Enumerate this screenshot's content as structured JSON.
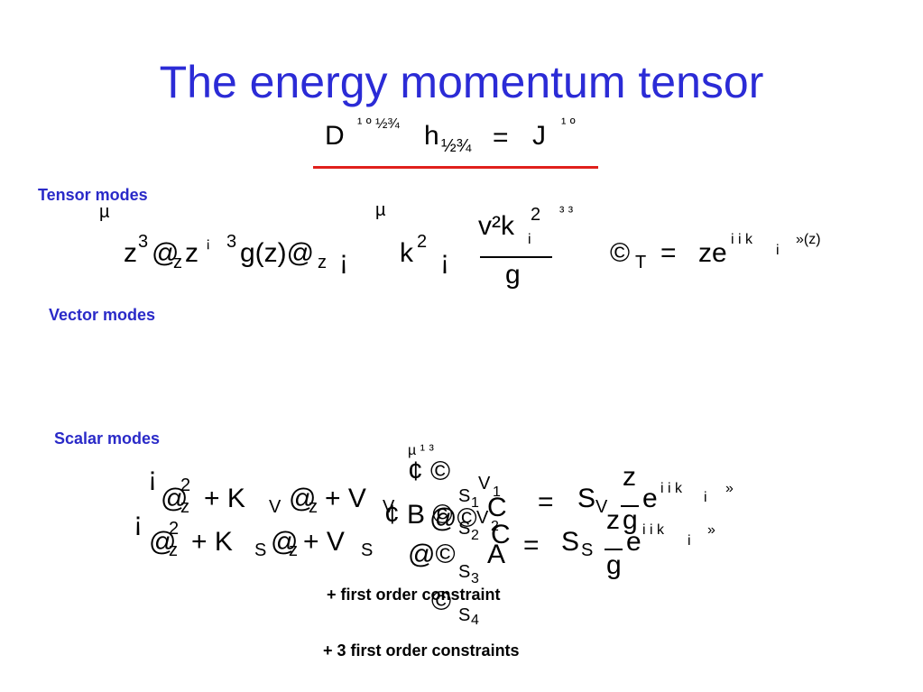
{
  "slide": {
    "title": "The energy momentum tensor",
    "colors": {
      "title": "#2b2bd6",
      "label": "#2a2ac8",
      "underline": "#e0201c",
      "text": "#000000"
    }
  },
  "header_equation": {
    "D": "D",
    "sup1": "¹ º ½¾",
    "h": "h",
    "sub": "½¾",
    "eq": "=",
    "J": "J",
    "sup2": "¹ º"
  },
  "sections": {
    "tensor": {
      "label": "Tensor modes",
      "mu1": "µ",
      "mu2": "µ",
      "z3": "z",
      "pow3": "3",
      "at1": "@",
      "subz1": "z",
      "z2": "z",
      "inv1": "¡",
      "sup3b": "3",
      "gz": "g(z)@",
      "subz2": "z",
      "minus1": "¡",
      "k": "k",
      "pow2": "2",
      "minus2": "¡",
      "num": "v²k",
      "numsup": "2",
      "numsub": "i",
      "den": "g",
      "topright": "³ ³",
      "psi": "©",
      "subT": "T",
      "eqs": "=",
      "ze": "ze",
      "expo": "i  i k",
      "expo_sub": "i",
      "expo_tail": "»(z)"
    },
    "vector": {
      "label": "Vector modes"
    },
    "scalar": {
      "label": "Scalar modes",
      "inv_a": "¡",
      "inv_b": "¡",
      "row1_lhs": "@",
      "row1_sup": "2",
      "row1_subz": "z",
      "row1_mid": "+ K",
      "row1_subV": "V",
      "row1_at": "@",
      "row1_subz2": "z",
      "row1_plus": "+ V",
      "row1_subV2": "V",
      "row2_lhs": "@",
      "row2_sup": "2",
      "row2_subz": "z",
      "row2_mid": "+ K",
      "row2_subS": "S",
      "row2_at": "@",
      "row2_subz2": "z",
      "row2_plus": "+ V",
      "row2_subS2": "S",
      "vec_top": "¢ ©",
      "vec_top_sup": "µ ¹ ³",
      "vec_r1": "¢ B ©",
      "vec_r1_sub": "S",
      "vec_r1_sub2": "1",
      "vec_c1": "C",
      "vec_r1_sub3": "V",
      "vec_r1_sub4": "1",
      "vec_r2": "@©",
      "vec_r2_sub": "S",
      "vec_r2_sub2": "2",
      "vec_c2": "C",
      "vec_r2_sub3": "V",
      "vec_r2_sub4": "2",
      "vec_r3": "@©",
      "vec_r3_sub": "S",
      "vec_r3_sub2": "3",
      "vec_A": "A",
      "vec_r4": "©",
      "vec_r4_sub": "S",
      "vec_r4_sub2": "4",
      "eq1": "=",
      "S1": "S",
      "S1_sub": "V",
      "frac1_num": "z",
      "frac1_den": "g",
      "e1": "e",
      "e1_expo": "i  i k",
      "e1_expo_sub": "i",
      "e1_tail": "»",
      "eq2": "=",
      "S2": "S",
      "S2_sub": "S",
      "frac2_num": "z",
      "frac2_den": "g",
      "e2": "e",
      "e2_expo": "i  i k",
      "e2_expo_sub": "i",
      "e2_tail": "»"
    }
  },
  "captions": {
    "first": "+ first order constraint",
    "three": "+ 3 first order constraints"
  }
}
